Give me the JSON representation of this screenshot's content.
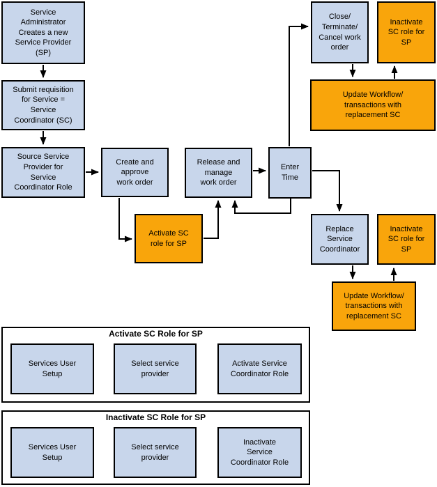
{
  "colors": {
    "node_blue": "#C8D6EB",
    "node_orange": "#F9A50B",
    "line": "#000000",
    "background": "#FFFFFF"
  },
  "nodes": {
    "service_admin": "Service\nAdministrator\nCreates a new\nService Provider\n(SP)",
    "submit_requisition": "Submit requisition\nfor Service =\nService\nCoordinator (SC)",
    "source_service_provider": "Source Service\nProvider for\nService\nCoordinator Role",
    "create_approve_work_order": "Create and\napprove\nwork order",
    "activate_sc_role": "Activate SC\nrole for SP",
    "release_manage_work_order": "Release and\nmanage\nwork order",
    "enter_time": "Enter\nTime",
    "close_terminate_cancel": "Close/\nTerminate/\nCancel work\norder",
    "inactivate_sc_role_top": "Inactivate\nSC role for\nSP",
    "update_workflow_top": "Update Workflow/\ntransactions with\nreplacement SC",
    "replace_service_coordinator": "Replace\nService\nCoordinator",
    "inactivate_sc_role_mid": "Inactivate\nSC role for\nSP",
    "update_workflow_bottom": "Update Workflow/\ntransactions with\nreplacement SC"
  },
  "panels": [
    {
      "title": "Activate SC Role for SP",
      "steps": [
        "Services User\nSetup",
        "Select service\nprovider",
        "Activate Service\nCoordinator Role"
      ]
    },
    {
      "title": "Inactivate SC Role for SP",
      "steps": [
        "Services User\nSetup",
        "Select service\nprovider",
        "Inactivate\nService\nCoordinator Role"
      ]
    }
  ]
}
